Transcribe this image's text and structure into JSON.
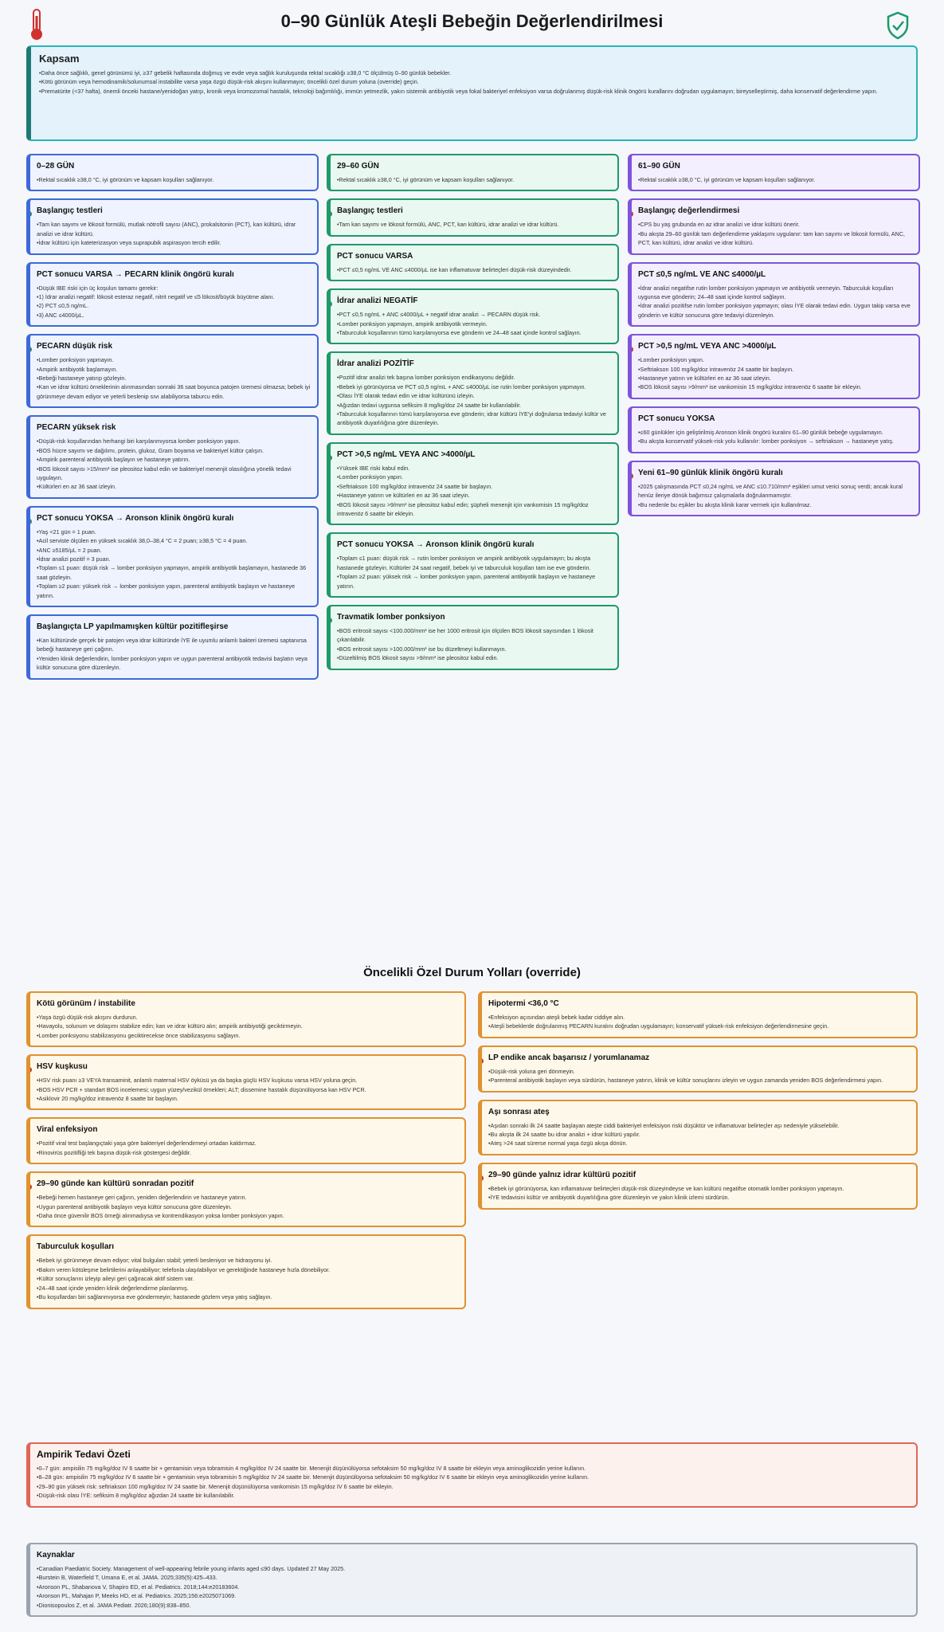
{
  "header": {
    "title": "0–90 Günlük Ateşli Bebeğin Değerlendirilmesi",
    "left_icon": "thermometer-icon",
    "right_icon": "shield-check-icon"
  },
  "colors": {
    "accent_blue": "#3f69d8",
    "accent_green": "#1e9a6a",
    "accent_purple": "#7e55d9",
    "accent_orange": "#e09230",
    "accent_red": "#e0665a",
    "accent_teal": "#1f7a76"
  },
  "scope": {
    "title": "Kapsam",
    "items": [
      "Daha önce sağlıklı, genel görünümü iyi, ≥37 gebelik haftasında doğmuş ve evde veya sağlık kuruluşunda rektal sıcaklığı ≥38,0 °C ölçülmüş 0–90 günlük bebekler.",
      "Kötü görünüm veya hemodinamik/solunumsal instabilite varsa yaşa özgü düşük-risk akışını kullanmayın; öncelikli özel durum yoluna (override) geçin.",
      "Prematürite (<37 hafta), önemli önceki hastane/yenidoğan yatışı, kronik veya kromozomal hastalık, teknoloji bağımlılığı, immün yetmezlik, yakın sistemik antibiyotik veya fokal bakteriyel enfeksiyon varsa doğrulanmış düşük-risk klinik öngörü kurallarını doğrudan uygulamayın; bireyselleştirmiş, daha konservatif değerlendirme yapın."
    ]
  },
  "col1": [
    {
      "title": "0–28 GÜN",
      "items": [
        "Rektal sıcaklık ≥38,0 °C, iyi görünüm ve kapsam koşulları sağlanıyor."
      ]
    },
    {
      "title": "Başlangıç testleri",
      "items": [
        "Tam kan sayımı ve lökosit formülü, mutlak nötrofil sayısı (ANC), prokalsitonin (PCT), kan kültürü, idrar analizi ve idrar kültürü.",
        "İdrar kültürü için kateterizasyon veya suprapubik aspirasyon tercih edilir."
      ]
    },
    {
      "title": "PCT sonucu VARSA → PECARN klinik öngörü kuralı",
      "items": [
        "Düşük IBE riski için üç koşulun tamamı gerekir:",
        "1) İdrar analizi negatif: lökosit esteraz negatif, nitrit negatif ve ≤5 lökosit/büyük büyütme alanı.",
        "2) PCT ≤0,5 ng/mL.",
        "3) ANC ≤4000/µL."
      ]
    },
    {
      "title": "PECARN düşük risk",
      "items": [
        "Lomber ponksiyon yapmayın.",
        "Ampirik antibiyotik başlamayın.",
        "Bebeği hastaneye yatırıp gözleyin.",
        "Kan ve idrar kültürü örneklerinin alınmasından sonraki 36 saat boyunca patojen üremesi olmazsa; bebek iyi görünmeye devam ediyor ve yeterli beslenip sıvı alabiliyorsa taburcu edin."
      ]
    },
    {
      "title": "PECARN yüksek risk",
      "items": [
        "Düşük-risk koşullarından herhangi biri karşılanmıyorsa lomber ponksiyon yapın.",
        "BOS hücre sayımı ve dağılımı, protein, glukoz, Gram boyama ve bakteriyel kültür çalışın.",
        "Ampirik parenteral antibiyotik başlayın ve hastaneye yatırın.",
        "BOS lökosit sayısı >15/mm³ ise pleositoz kabul edin ve bakteriyel menenjit olasılığına yönelik tedavi uygulayın.",
        "Kültürleri en az 36 saat izleyin."
      ]
    },
    {
      "title": "PCT sonucu YOKSA → Aronson klinik öngörü kuralı",
      "items": [
        "Yaş <21 gün = 1 puan.",
        "Acil serviste ölçülen en yüksek sıcaklık 38,0–38,4 °C = 2 puan; ≥38,5 °C = 4 puan.",
        "ANC ≥5185/µL = 2 puan.",
        "İdrar analizi pozitif = 3 puan.",
        "Toplam ≤1 puan: düşük risk → lomber ponksiyon yapmayın, ampirik antibiyotik başlamayın, hastanede 36 saat gözleyin.",
        "Toplam ≥2 puan: yüksek risk → lomber ponksiyon yapın, parenteral antibiyotik başlayın ve hastaneye yatırın."
      ]
    },
    {
      "title": "Başlangıçta LP yapılmamışken kültür pozitifleşirse",
      "items": [
        "Kan kültüründe gerçek bir patojen veya idrar kültüründe İYE ile uyumlu anlamlı bakteri üremesi saptanırsa bebeği hastaneye geri çağırın.",
        "Yeniden klinik değerlendirin, lomber ponksiyon yapın ve uygun parenteral antibiyotik tedavisi başlatın veya kültür sonucuna göre düzenleyin."
      ]
    }
  ],
  "col2": [
    {
      "title": "29–60 GÜN",
      "items": [
        "Rektal sıcaklık ≥38,0 °C, iyi görünüm ve kapsam koşulları sağlanıyor."
      ]
    },
    {
      "title": "Başlangıç testleri",
      "items": [
        "Tam kan sayımı ve lökosit formülü, ANC, PCT, kan kültürü, idrar analizi ve idrar kültürü."
      ]
    },
    {
      "title": "PCT sonucu VARSA",
      "items": [
        "PCT ≤0,5 ng/mL VE ANC ≤4000/µL ise kan inflamatuvar belirteçleri düşük-risk düzeyindedir."
      ]
    },
    {
      "title": "İdrar analizi NEGATİF",
      "items": [
        "PCT ≤0,5 ng/mL + ANC ≤4000/µL + negatif idrar analizi → PECARN düşük risk.",
        "Lomber ponksiyon yapmayın, ampirik antibiyotik vermeyin.",
        "Taburculuk koşullarının tümü karşılanıyorsa eve gönderin ve 24–48 saat içinde kontrol sağlayın."
      ]
    },
    {
      "title": "İdrar analizi POZİTİF",
      "items": [
        "Pozitif idrar analizi tek başına lomber ponksiyon endikasyonu değildir.",
        "Bebek iyi görünüyorsa ve PCT ≤0,5 ng/mL + ANC ≤4000/µL ise rutin lomber ponksiyon yapmayın.",
        "Olası İYE olarak tedavi edin ve idrar kültürünü izleyin.",
        "Ağızdan tedavi uygunsa sefiksim 8 mg/kg/doz 24 saatte bir kullanılabilir.",
        "Taburculuk koşullarının tümü karşılanıyorsa eve gönderin; idrar kültürü İYE'yi doğrularsa tedaviyi kültür ve antibiyotik duyarlılığına göre düzenleyin."
      ]
    },
    {
      "title": "PCT >0,5 ng/mL VEYA ANC >4000/µL",
      "items": [
        "Yüksek IBE riski kabul edin.",
        "Lomber ponksiyon yapın.",
        "Seftriakson 100 mg/kg/doz intravenöz 24 saatte bir başlayın.",
        "Hastaneye yatırın ve kültürleri en az 36 saat izleyin.",
        "BOS lökosit sayısı >9/mm³ ise pleositoz kabul edin; şüpheli menenjit için vankomisin 15 mg/kg/doz intravenöz 6 saatte bir ekleyin."
      ]
    },
    {
      "title": "PCT sonucu YOKSA → Aronson klinik öngörü kuralı",
      "items": [
        "Toplam ≤1 puan: düşük risk → rutin lomber ponksiyon ve ampirik antibiyotik uygulamayın; bu akışta hastanede gözleyin. Kültürler 24 saat negatif, bebek iyi ve taburculuk koşulları tam ise eve gönderin.",
        "Toplam ≥2 puan: yüksek risk → lomber ponksiyon yapın, parenteral antibiyotik başlayın ve hastaneye yatırın."
      ]
    },
    {
      "title": "Travmatik lomber ponksiyon",
      "items": [
        "BOS eritrosit sayısı <100.000/mm³ ise her 1000 eritrosit için ölçülen BOS lökosit sayısından 1 lökosit çıkarılabilir.",
        "BOS eritrosit sayısı >100.000/mm³ ise bu düzeltmeyi kullanmayın.",
        "Düzeltilmiş BOS lökosit sayısı >9/mm³ ise pleositoz kabul edin."
      ]
    }
  ],
  "col3": [
    {
      "title": "61–90 GÜN",
      "items": [
        "Rektal sıcaklık ≥38,0 °C, iyi görünüm ve kapsam koşulları sağlanıyor."
      ]
    },
    {
      "title": "Başlangıç değerlendirmesi",
      "items": [
        "CPS bu yaş grubunda en az idrar analizi ve idrar kültürü önerir.",
        "Bu akışta 29–60 günlük tam değerlendirme yaklaşımı uygulanır: tam kan sayımı ve lökosit formülü, ANC, PCT, kan kültürü, idrar analizi ve idrar kültürü."
      ]
    },
    {
      "title": "PCT ≤0,5 ng/mL VE ANC ≤4000/µL",
      "items": [
        "İdrar analizi negatifse rutin lomber ponksiyon yapmayın ve antibiyotik vermeyin. Taburculuk koşulları uygunsa eve gönderin; 24–48 saat içinde kontrol sağlayın.",
        "İdrar analizi pozitifse rutin lomber ponksiyon yapmayın; olası İYE olarak tedavi edin. Uygun takip varsa eve gönderin ve kültür sonucuna göre tedaviyi düzenleyin."
      ]
    },
    {
      "title": "PCT >0,5 ng/mL VEYA ANC >4000/µL",
      "items": [
        "Lomber ponksiyon yapın.",
        "Seftriakson 100 mg/kg/doz intravenöz 24 saatte bir başlayın.",
        "Hastaneye yatırın ve kültürleri en az 36 saat izleyin.",
        "BOS lökosit sayısı >9/mm³ ise vankomisin 15 mg/kg/doz intravenöz 6 saatte bir ekleyin."
      ]
    },
    {
      "title": "PCT sonucu YOKSA",
      "items": [
        "≤60 günlükler için geliştirilmiş Aronson klinik öngörü kuralını 61–90 günlük bebeğe uygulamayın.",
        "Bu akışta konservatif yüksek-risk yolu kullanılır: lomber ponksiyon → seftriakson → hastaneye yatış."
      ]
    },
    {
      "title": "Yeni 61–90 günlük klinik öngörü kuralı",
      "items": [
        "2025 çalışmasında PCT ≤0,24 ng/mL ve ANC ≤10.710/mm³ eşikleri umut verici sonuç verdi; ancak kural henüz ileriye dönük bağımsız çalışmalarla doğrulanmamıştır.",
        "Bu nedenle bu eşikler bu akışta klinik karar vermek için kullanılmaz."
      ]
    }
  ],
  "override_title": "Öncelikli Özel Durum Yolları (override)",
  "ov_left": [
    {
      "title": "Kötü görünüm / instabilite",
      "items": [
        "Yaşa özgü düşük-risk akışını durdurun.",
        "Havayolu, solunum ve dolaşımı stabilize edin; kan ve idrar kültürü alın; ampirik antibiyotiği geciktirmeyin.",
        "Lomber ponksiyonu stabilizasyonu geciktirecekse önce stabilizasyonu sağlayın."
      ]
    },
    {
      "title": "HSV kuşkusu",
      "items": [
        "HSV risk puanı ≥3 VEYA transaminit, anlamlı maternal HSV öyküsü ya da başka güçlü HSV kuşkusu varsa HSV yoluna geçin.",
        "BOS HSV PCR + standart BOS incelemesi; uygun yüzey/vezikül örnekleri; ALT; dissemine hastalık düşünülüyorsa kan HSV PCR.",
        "Asiklovir 20 mg/kg/doz intravenöz 8 saatte bir başlayın."
      ]
    },
    {
      "title": "Viral enfeksiyon",
      "items": [
        "Pozitif viral test başlangıçtaki yaşa göre bakteriyel değerlendirmeyi ortadan kaldırmaz.",
        "Rinovirüs pozitifliği tek başına düşük-risk göstergesi değildir."
      ]
    },
    {
      "title": "29–90 günde kan kültürü sonradan pozitif",
      "items": [
        "Bebeği hemen hastaneye geri çağırın, yeniden değerlendirin ve hastaneye yatırın.",
        "Uygun parenteral antibiyotik başlayın veya kültür sonucuna göre düzenleyin.",
        "Daha önce güvenilir BOS örneği alınmadıysa ve kontrendikasyon yoksa lomber ponksiyon yapın."
      ]
    },
    {
      "title": "Taburculuk koşulları",
      "items": [
        "Bebek iyi görünmeye devam ediyor; vital bulguları stabil; yeterli besleniyor ve hidrasyonu iyi.",
        "Bakım veren kötüleşme belirtilerini anlayabiliyor; telefonla ulaşılabiliyor ve gerektiğinde hastaneye hızla dönebiliyor.",
        "Kültür sonuçlarını izleyip aileyi geri çağıracak aktif sistem var.",
        "24–48 saat içinde yeniden klinik değerlendirme planlanmış.",
        "Bu koşullardan biri sağlanmıyorsa eve göndermeyin; hastanede gözlem veya yatış sağlayın."
      ]
    }
  ],
  "ov_right": [
    {
      "title": "Hipotermi <36,0 °C",
      "items": [
        "Enfeksiyon açısından ateşli bebek kadar ciddiye alın.",
        "Ateşli bebeklerde doğrulanmış PECARN kuralını doğrudan uygulamayın; konservatif yüksek-risk enfeksiyon değerlendirmesine geçin."
      ]
    },
    {
      "title": "LP endike ancak başarısız / yorumlanamaz",
      "items": [
        "Düşük-risk yoluna geri dönmeyin.",
        "Parenteral antibiyotik başlayın veya sürdürün, hastaneye yatırın, klinik ve kültür sonuçlarını izleyin ve uygun zamanda yeniden BOS değerlendirmesi yapın."
      ]
    },
    {
      "title": "Aşı sonrası ateş",
      "items": [
        "Aşıdan sonraki ilk 24 saatte başlayan ateşte ciddi bakteriyel enfeksiyon riski düşüktür ve inflamatuvar belirteçler aşı nedeniyle yükselebilir.",
        "Bu akışta ilk 24 saatte bu idrar analizi + idrar kültürü yapılır.",
        "Ateş >24 saat sürerse normal yaşa özgü akışa dönün."
      ]
    },
    {
      "title": "29–90 günde yalnız idrar kültürü pozitif",
      "items": [
        "Bebek iyi görünüyorsa, kan inflamatuvar belirteçleri düşük-risk düzeyindeyse ve kan kültürü negatifse otomatik lomber ponksiyon yapmayın.",
        "İYE tedavisini kültür ve antibiyotik duyarlılığına göre düzenleyin ve yakın klinik izlemi sürdürün."
      ]
    }
  ],
  "therapy": {
    "title": "Ampirik Tedavi Özeti",
    "items": [
      "0–7 gün: ampisilin 75 mg/kg/doz IV 6 saatte bir + gentamisin veya tobramisin 4 mg/kg/doz IV 24 saatte bir. Menenjit düşünülüyorsa sefotaksim 50 mg/kg/doz IV 8 saatte bir ekleyin veya aminoglikozidin yerine kullanın.",
      "8–28 gün: ampisilin 75 mg/kg/doz IV 6 saatte bir + gentamisin veya tobramisin 5 mg/kg/doz IV 24 saatte bir. Menenjit düşünülüyorsa sefotaksim 50 mg/kg/doz IV 6 saatte bir ekleyin veya aminoglikozidin yerine kullanın.",
      "29–90 gün yüksek risk: seftriakson 100 mg/kg/doz IV 24 saatte bir. Menenjit düşünülüyorsa vankomisin 15 mg/kg/doz IV 6 saatte bir ekleyin.",
      "Düşük-risk olası İYE: sefiksim 8 mg/kg/doz ağızdan 24 saatte bir kullanılabilir."
    ]
  },
  "refs": {
    "title": "Kaynaklar",
    "items": [
      "Canadian Paediatric Society. Management of well-appearing febrile young infants aged ≤90 days. Updated 27 May 2025.",
      "Burstein B, Waterfield T, Umana E, et al. JAMA. 2025;335(5):425–433.",
      "Aronson PL, Shabanova V, Shapiro ED, et al. Pediatrics. 2018;144:e20183604.",
      "Aronson PL, Mahajan P, Meeks HD, et al. Pediatrics. 2025;156:e2025071069.",
      "Dionisopoulos Z, et al. JAMA Pediatr. 2026;180(9):838–850."
    ]
  }
}
